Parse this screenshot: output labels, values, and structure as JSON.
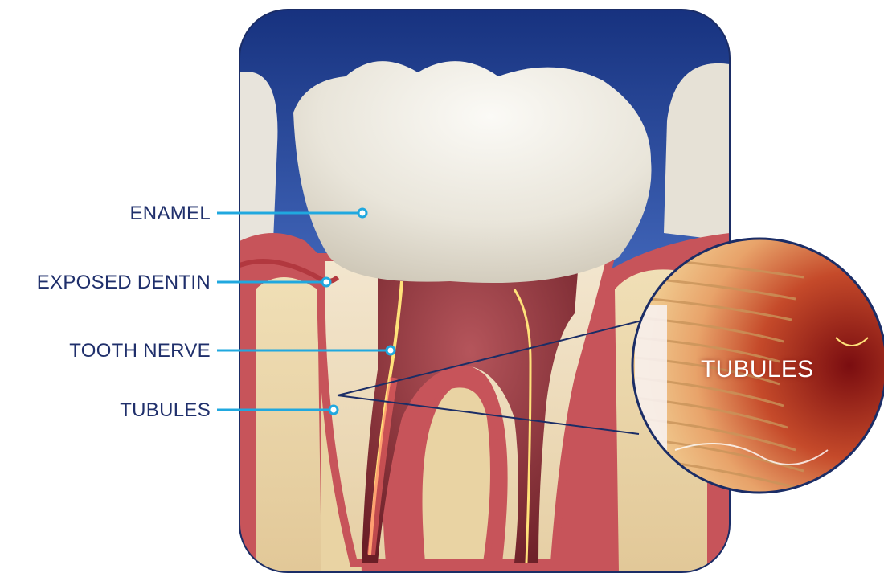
{
  "labels": {
    "enamel": "ENAMEL",
    "exposed_dentin": "EXPOSED DENTIN",
    "tooth_nerve": "TOOTH NERVE",
    "tubules": "TUBULES",
    "zoom_tubules": "TUBULES"
  },
  "colors": {
    "label_text": "#1f2f6b",
    "leader_line": "#20a8df",
    "background_top": "#1b3a8f",
    "gum": "#c9545a",
    "bone": "#e9d3a3",
    "enamel": "#ece8e0"
  }
}
